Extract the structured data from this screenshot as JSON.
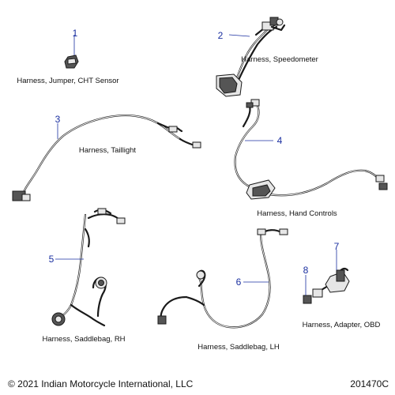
{
  "parts": [
    {
      "number": "1",
      "name": "Harness, Jumper, CHT Sensor"
    },
    {
      "number": "2",
      "name": "Harness, Speedometer"
    },
    {
      "number": "3",
      "name": "Harness, Taillight"
    },
    {
      "number": "4",
      "name": "Harness, Hand Controls"
    },
    {
      "number": "5",
      "name": "Harness, Saddlebag, RH"
    },
    {
      "number": "6",
      "name": "Harness, Saddlebag, LH"
    },
    {
      "number": "7",
      "name": ""
    },
    {
      "number": "8",
      "name": ""
    }
  ],
  "adapter_label": "Harness, Adapter, OBD",
  "footer": {
    "copyright": "© 2021 Indian Motorcycle International, LLC",
    "figure_id": "201470C"
  },
  "colors": {
    "callout": "#1a2fa0",
    "line": "#1a1a1a"
  }
}
